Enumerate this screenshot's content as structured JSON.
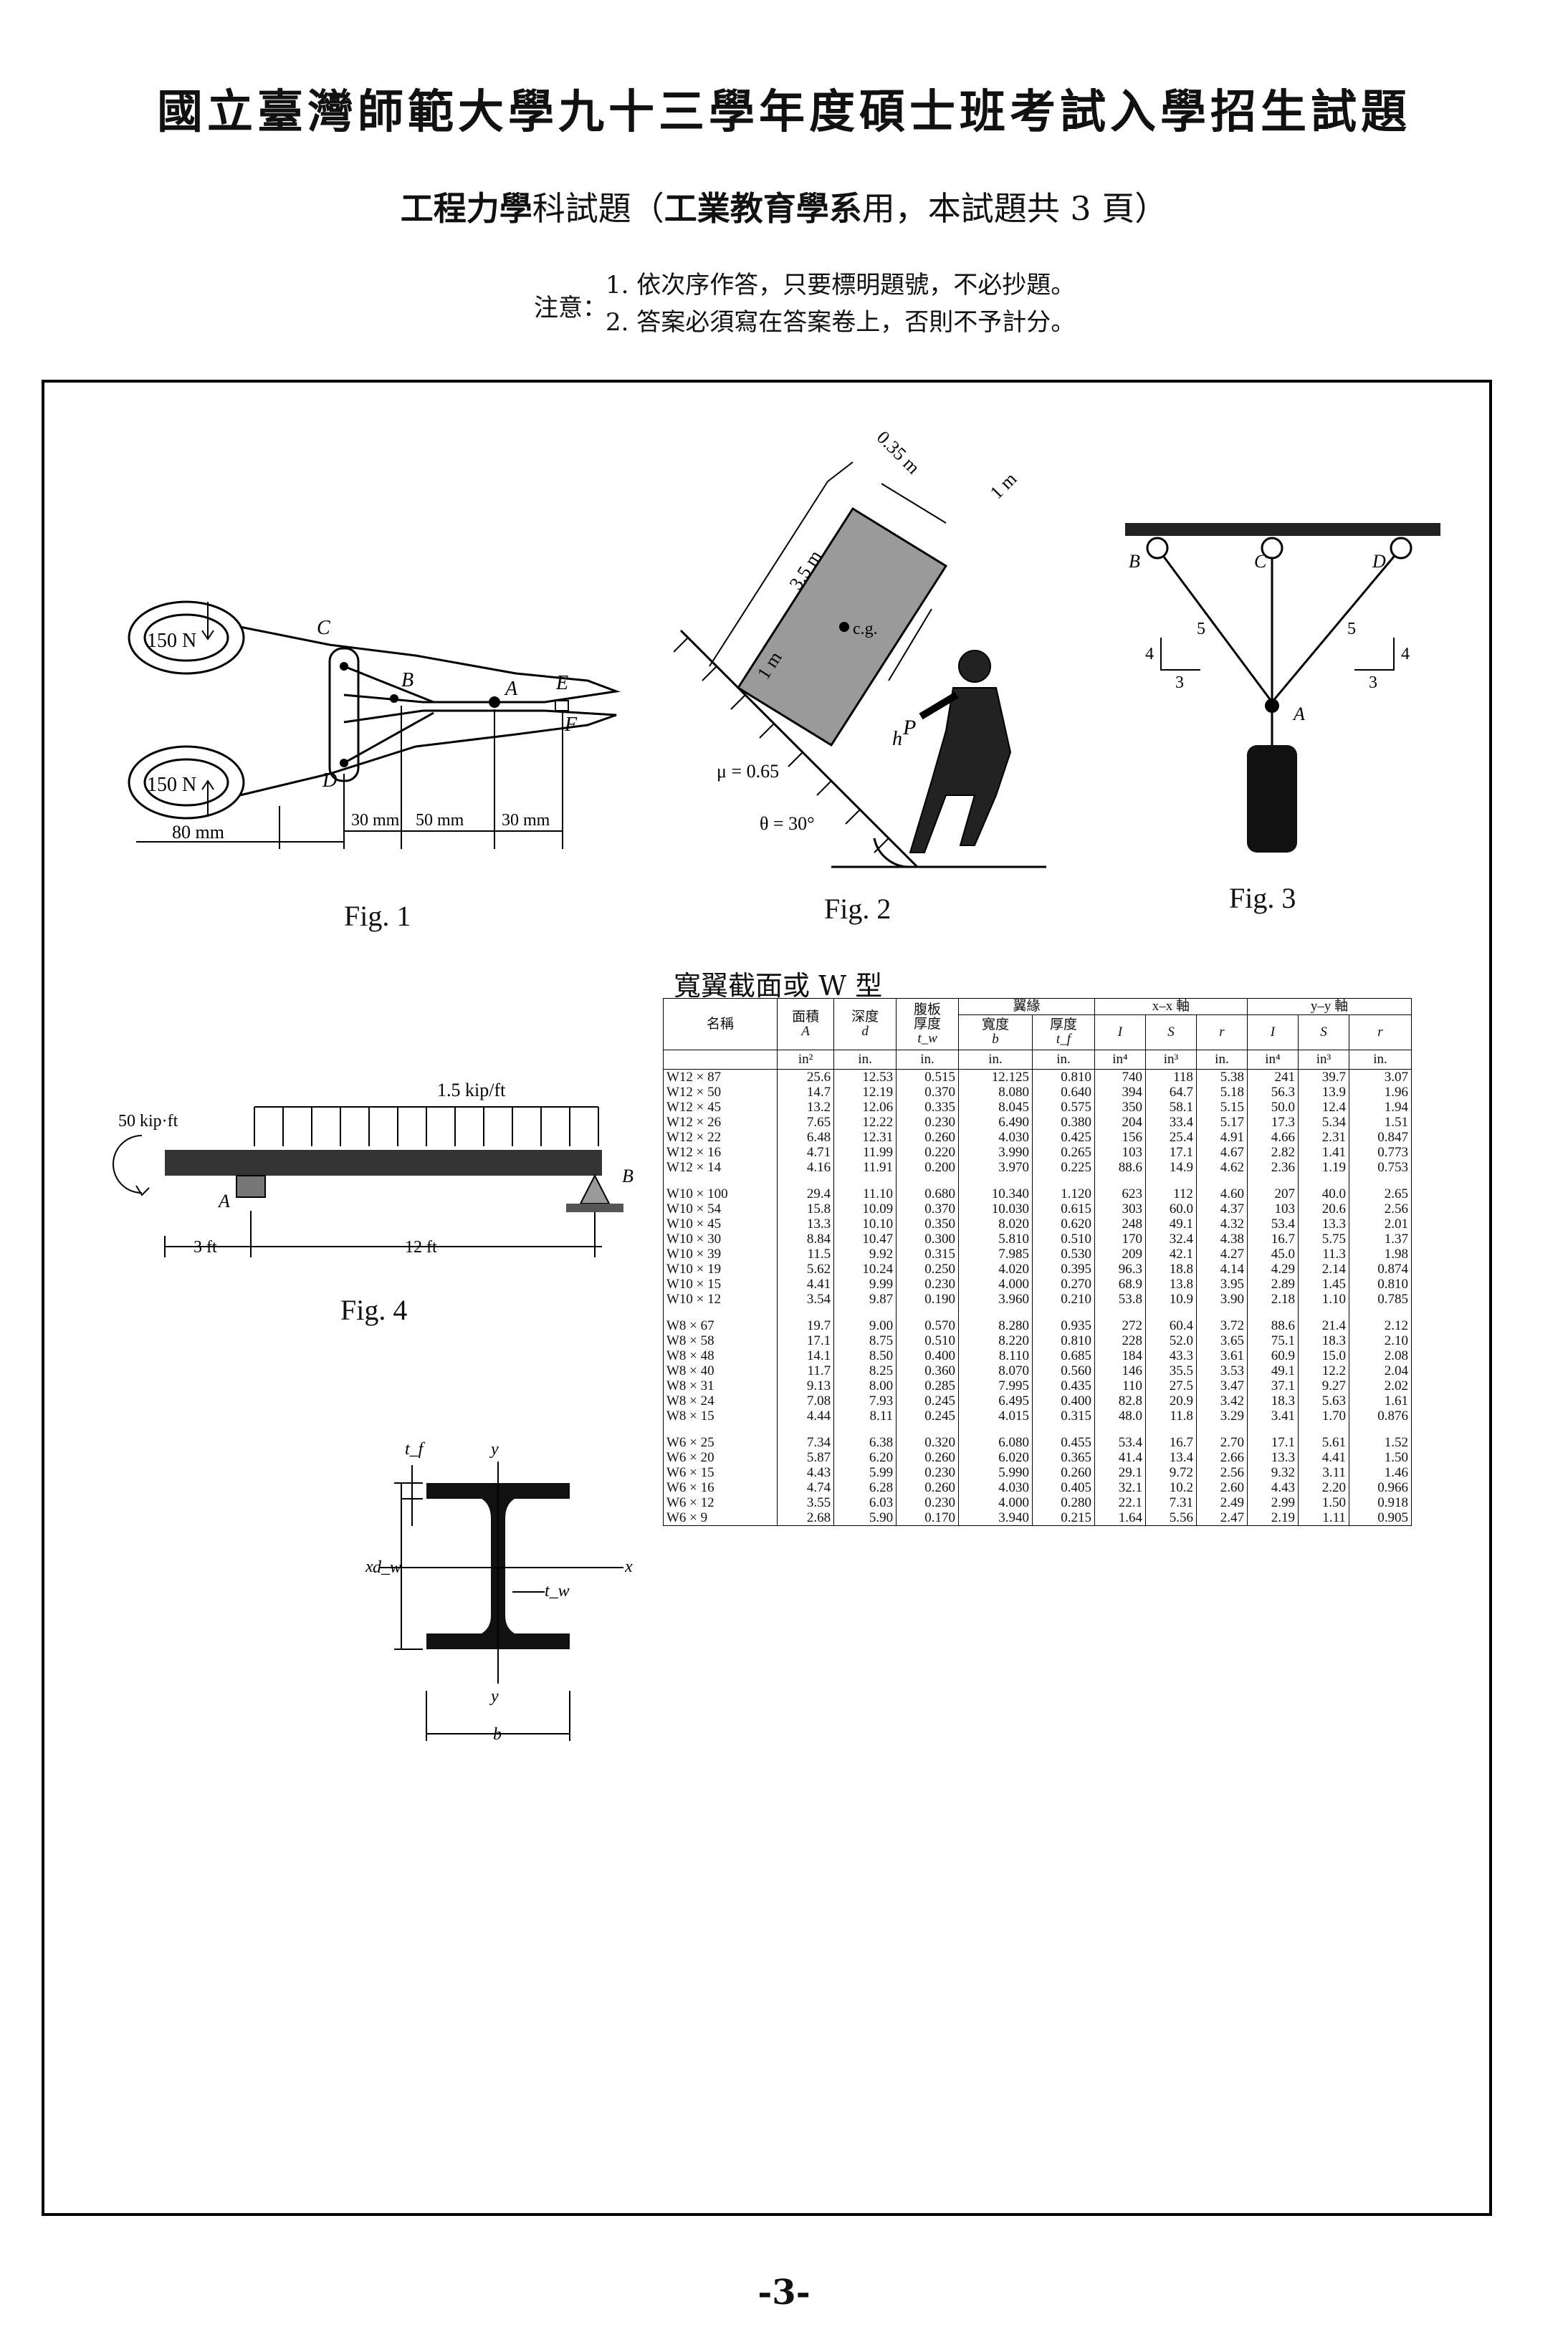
{
  "header": {
    "title": "國立臺灣師範大學九十三學年度碩士班考試入學招生試題",
    "subject": "工程力學",
    "subject_suffix": "科試題（",
    "dept": "工業教育學系",
    "dept_suffix": "用，本試題共 3 頁）",
    "notice_label": "注意：",
    "notice_items": [
      "1. 依次序作答，只要標明題號，不必抄題。",
      "2. 答案必須寫在答案卷上，否則不予計分。"
    ]
  },
  "figures": {
    "fig1": {
      "caption": "Fig. 1",
      "force_top": "150 N",
      "force_bottom": "150 N",
      "points": [
        "A",
        "B",
        "C",
        "D",
        "E",
        "F"
      ],
      "dims": [
        "80 mm",
        "30 mm",
        "50 mm",
        "30 mm"
      ]
    },
    "fig2": {
      "caption": "Fig. 2",
      "dims": [
        "0.35 m",
        "1 m",
        "3.5 m",
        "1 m"
      ],
      "cg_label": "c.g.",
      "force_label": "P",
      "h_label": "h",
      "mu_label": "μ = 0.65",
      "theta_label": "θ = 30°"
    },
    "fig3": {
      "caption": "Fig. 3",
      "points": [
        "B",
        "C",
        "D",
        "A"
      ],
      "slopes_left": [
        "5",
        "4",
        "3"
      ],
      "slopes_right": [
        "5",
        "4",
        "3"
      ]
    },
    "fig4": {
      "caption": "Fig. 4",
      "load_label": "1.5 kip/ft",
      "moment_label": "50 kip·ft",
      "points": [
        "A",
        "B"
      ],
      "dims": [
        "3 ft",
        "12 ft"
      ]
    },
    "section": {
      "labels": [
        "t_f",
        "y",
        "d_w",
        "x",
        "x",
        "t_w",
        "y",
        "b"
      ]
    }
  },
  "table": {
    "title": "寬翼截面或 W 型",
    "headers": {
      "name": "名稱",
      "area": "面積",
      "depth": "深度",
      "web": "腹板",
      "web_thickness": "厚度",
      "flange": "翼緣",
      "flange_width": "寬度",
      "flange_thickness": "厚度",
      "xx_axis": "x–x 軸",
      "yy_axis": "y–y 軸"
    },
    "symbols": [
      "A",
      "d",
      "t_w",
      "b",
      "t_f",
      "I",
      "S",
      "r",
      "I",
      "S",
      "r"
    ],
    "units": [
      "in²",
      "in.",
      "in.",
      "in.",
      "in.",
      "in⁴",
      "in³",
      "in.",
      "in⁴",
      "in³",
      "in."
    ],
    "groups": [
      [
        [
          "W12 × 87",
          "25.6",
          "12.53",
          "0.515",
          "12.125",
          "0.810",
          "740",
          "118",
          "5.38",
          "241",
          "39.7",
          "3.07"
        ],
        [
          "W12 × 50",
          "14.7",
          "12.19",
          "0.370",
          "8.080",
          "0.640",
          "394",
          "64.7",
          "5.18",
          "56.3",
          "13.9",
          "1.96"
        ],
        [
          "W12 × 45",
          "13.2",
          "12.06",
          "0.335",
          "8.045",
          "0.575",
          "350",
          "58.1",
          "5.15",
          "50.0",
          "12.4",
          "1.94"
        ],
        [
          "W12 × 26",
          "7.65",
          "12.22",
          "0.230",
          "6.490",
          "0.380",
          "204",
          "33.4",
          "5.17",
          "17.3",
          "5.34",
          "1.51"
        ],
        [
          "W12 × 22",
          "6.48",
          "12.31",
          "0.260",
          "4.030",
          "0.425",
          "156",
          "25.4",
          "4.91",
          "4.66",
          "2.31",
          "0.847"
        ],
        [
          "W12 × 16",
          "4.71",
          "11.99",
          "0.220",
          "3.990",
          "0.265",
          "103",
          "17.1",
          "4.67",
          "2.82",
          "1.41",
          "0.773"
        ],
        [
          "W12 × 14",
          "4.16",
          "11.91",
          "0.200",
          "3.970",
          "0.225",
          "88.6",
          "14.9",
          "4.62",
          "2.36",
          "1.19",
          "0.753"
        ]
      ],
      [
        [
          "W10 × 100",
          "29.4",
          "11.10",
          "0.680",
          "10.340",
          "1.120",
          "623",
          "112",
          "4.60",
          "207",
          "40.0",
          "2.65"
        ],
        [
          "W10 × 54",
          "15.8",
          "10.09",
          "0.370",
          "10.030",
          "0.615",
          "303",
          "60.0",
          "4.37",
          "103",
          "20.6",
          "2.56"
        ],
        [
          "W10 × 45",
          "13.3",
          "10.10",
          "0.350",
          "8.020",
          "0.620",
          "248",
          "49.1",
          "4.32",
          "53.4",
          "13.3",
          "2.01"
        ],
        [
          "W10 × 30",
          "8.84",
          "10.47",
          "0.300",
          "5.810",
          "0.510",
          "170",
          "32.4",
          "4.38",
          "16.7",
          "5.75",
          "1.37"
        ],
        [
          "W10 × 39",
          "11.5",
          "9.92",
          "0.315",
          "7.985",
          "0.530",
          "209",
          "42.1",
          "4.27",
          "45.0",
          "11.3",
          "1.98"
        ],
        [
          "W10 × 19",
          "5.62",
          "10.24",
          "0.250",
          "4.020",
          "0.395",
          "96.3",
          "18.8",
          "4.14",
          "4.29",
          "2.14",
          "0.874"
        ],
        [
          "W10 × 15",
          "4.41",
          "9.99",
          "0.230",
          "4.000",
          "0.270",
          "68.9",
          "13.8",
          "3.95",
          "2.89",
          "1.45",
          "0.810"
        ],
        [
          "W10 × 12",
          "3.54",
          "9.87",
          "0.190",
          "3.960",
          "0.210",
          "53.8",
          "10.9",
          "3.90",
          "2.18",
          "1.10",
          "0.785"
        ]
      ],
      [
        [
          "W8 × 67",
          "19.7",
          "9.00",
          "0.570",
          "8.280",
          "0.935",
          "272",
          "60.4",
          "3.72",
          "88.6",
          "21.4",
          "2.12"
        ],
        [
          "W8 × 58",
          "17.1",
          "8.75",
          "0.510",
          "8.220",
          "0.810",
          "228",
          "52.0",
          "3.65",
          "75.1",
          "18.3",
          "2.10"
        ],
        [
          "W8 × 48",
          "14.1",
          "8.50",
          "0.400",
          "8.110",
          "0.685",
          "184",
          "43.3",
          "3.61",
          "60.9",
          "15.0",
          "2.08"
        ],
        [
          "W8 × 40",
          "11.7",
          "8.25",
          "0.360",
          "8.070",
          "0.560",
          "146",
          "35.5",
          "3.53",
          "49.1",
          "12.2",
          "2.04"
        ],
        [
          "W8 × 31",
          "9.13",
          "8.00",
          "0.285",
          "7.995",
          "0.435",
          "110",
          "27.5",
          "3.47",
          "37.1",
          "9.27",
          "2.02"
        ],
        [
          "W8 × 24",
          "7.08",
          "7.93",
          "0.245",
          "6.495",
          "0.400",
          "82.8",
          "20.9",
          "3.42",
          "18.3",
          "5.63",
          "1.61"
        ],
        [
          "W8 × 15",
          "4.44",
          "8.11",
          "0.245",
          "4.015",
          "0.315",
          "48.0",
          "11.8",
          "3.29",
          "3.41",
          "1.70",
          "0.876"
        ]
      ],
      [
        [
          "W6 × 25",
          "7.34",
          "6.38",
          "0.320",
          "6.080",
          "0.455",
          "53.4",
          "16.7",
          "2.70",
          "17.1",
          "5.61",
          "1.52"
        ],
        [
          "W6 × 20",
          "5.87",
          "6.20",
          "0.260",
          "6.020",
          "0.365",
          "41.4",
          "13.4",
          "2.66",
          "13.3",
          "4.41",
          "1.50"
        ],
        [
          "W6 × 15",
          "4.43",
          "5.99",
          "0.230",
          "5.990",
          "0.260",
          "29.1",
          "9.72",
          "2.56",
          "9.32",
          "3.11",
          "1.46"
        ],
        [
          "W6 × 16",
          "4.74",
          "6.28",
          "0.260",
          "4.030",
          "0.405",
          "32.1",
          "10.2",
          "2.60",
          "4.43",
          "2.20",
          "0.966"
        ],
        [
          "W6 × 12",
          "3.55",
          "6.03",
          "0.230",
          "4.000",
          "0.280",
          "22.1",
          "7.31",
          "2.49",
          "2.99",
          "1.50",
          "0.918"
        ],
        [
          "W6 × 9",
          "2.68",
          "5.90",
          "0.170",
          "3.940",
          "0.215",
          "1.64",
          "5.56",
          "2.47",
          "2.19",
          "1.11",
          "0.905"
        ]
      ]
    ]
  },
  "footer": {
    "page_number": "-3-"
  }
}
